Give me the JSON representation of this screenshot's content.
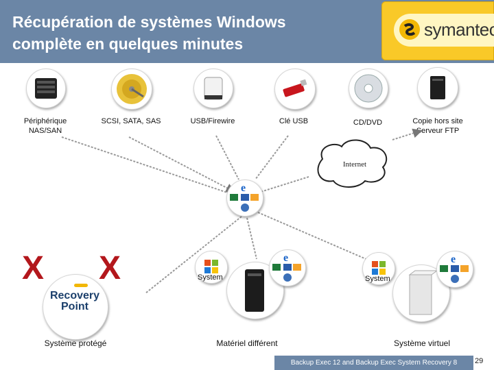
{
  "header": {
    "title_line1": "Récupération de systèmes Windows",
    "title_line2": "complète en quelques minutes",
    "logo_text": "symantec."
  },
  "devices": [
    {
      "label_line1": "Périphérique",
      "label_line2": "NAS/SAN",
      "icon": "nas-icon"
    },
    {
      "label_line1": "SCSI, SATA, SAS",
      "label_line2": "",
      "icon": "hard-drive-icon"
    },
    {
      "label_line1": "USB/Firewire",
      "label_line2": "",
      "icon": "usb-drive-icon"
    },
    {
      "label_line1": "Clé USB",
      "label_line2": "",
      "icon": "usb-key-icon"
    },
    {
      "label_line1": "CD/DVD",
      "label_line2": "",
      "icon": "disc-icon"
    },
    {
      "label_line1": "Copie hors site",
      "label_line2": "Serveur FTP",
      "icon": "server-icon"
    }
  ],
  "internet_label": "Internet",
  "recovery_point": {
    "line1": "Recovery",
    "line2": "Point"
  },
  "system_labels": {
    "left": "System",
    "right": "System"
  },
  "bottom_labels": {
    "protected": "Système protégé",
    "different_hw": "Matériel différent",
    "virtual": "Système virtuel"
  },
  "footer": {
    "text": "Backup Exec 12 and Backup Exec System Recovery 8",
    "page": "29"
  },
  "colors": {
    "header": "#6b86a6",
    "logo": "#f9c928",
    "x_mark": "#b3171c"
  }
}
